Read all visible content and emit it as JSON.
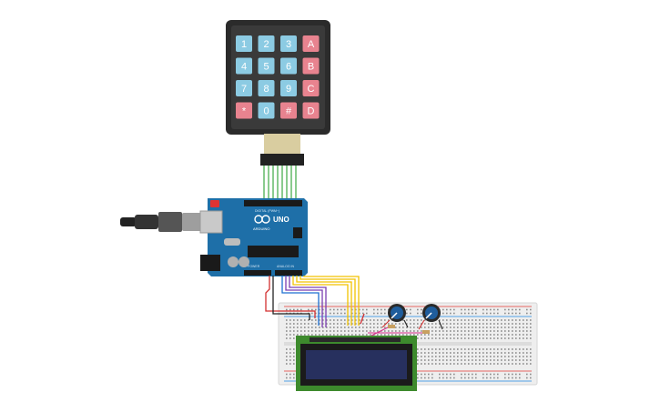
{
  "keypad": {
    "rows": [
      [
        "1",
        "2",
        "3",
        "A"
      ],
      [
        "4",
        "5",
        "6",
        "B"
      ],
      [
        "7",
        "8",
        "9",
        "C"
      ],
      [
        "*",
        "0",
        "#",
        "D"
      ]
    ],
    "colors": {
      "body": "#2b2b2b",
      "number_key": "#8ccbe3",
      "letter_key": "#e8838f",
      "key_text": "#ffffff"
    }
  },
  "arduino": {
    "board_label": "UNO",
    "brand_label": "ARDUINO",
    "header_label_digital": "DIGITAL (PWM~)",
    "header_label_power": "POWER",
    "header_label_analog": "ANALOG IN",
    "colors": {
      "board": "#1e6fa8",
      "board_dark": "#155a8a",
      "usb": "#c9c9c9",
      "chip": "#1a1a1a"
    }
  },
  "breadboard": {
    "colors": {
      "body": "#eeeeee",
      "hole": "#8a8a8a",
      "rail_red": "#e53935",
      "rail_blue": "#1e88e5"
    }
  },
  "lcd": {
    "colors": {
      "pcb": "#3d8a2d",
      "bezel": "#1b1b1b",
      "screen": "#27305e"
    }
  },
  "potentiometers": {
    "count": 2,
    "colors": {
      "knob": "#1f5d9c",
      "base": "#2a2a2a"
    }
  },
  "wires": {
    "colors": {
      "keypad_ribbon": "#4caf50",
      "red": "#d32f2f",
      "black": "#222222",
      "yellow": "#f2c200",
      "purple": "#7b3fb0",
      "blue": "#1e6fd1",
      "magenta": "#d6308a"
    }
  }
}
